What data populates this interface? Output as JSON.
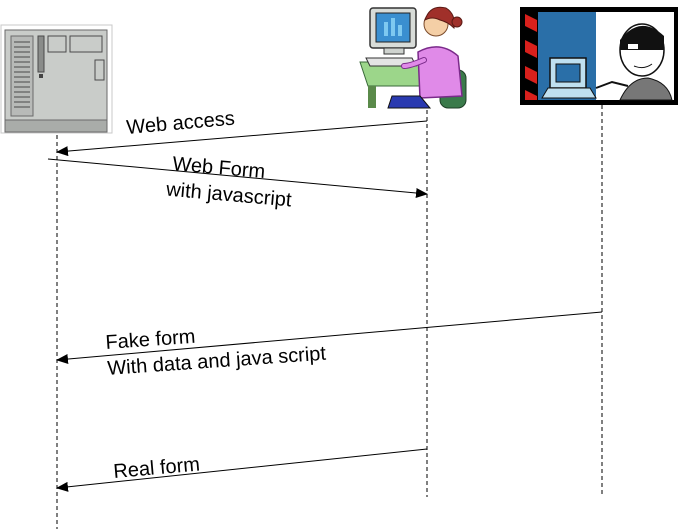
{
  "actors": {
    "server": {
      "icon": "server-tower-icon"
    },
    "user": {
      "icon": "user-at-computer-icon"
    },
    "attacker": {
      "icon": "hacker-at-computer-icon"
    }
  },
  "messages": [
    {
      "id": "web-access",
      "label_lines": [
        "Web access"
      ]
    },
    {
      "id": "web-form",
      "label_lines": [
        "Web Form",
        "with javascript"
      ]
    },
    {
      "id": "fake-form",
      "label_lines": [
        "Fake form",
        "With data and java script"
      ]
    },
    {
      "id": "real-form",
      "label_lines": [
        "Real form"
      ]
    }
  ],
  "colors": {
    "line": "#000000",
    "lifeline": "#000000",
    "user_shirt": "#e08ae8",
    "user_hair": "#a0302a",
    "monitor": "#4da3d8",
    "attacker_bg": "#2a6fa8",
    "attacker_stripe": "#d8201c"
  }
}
